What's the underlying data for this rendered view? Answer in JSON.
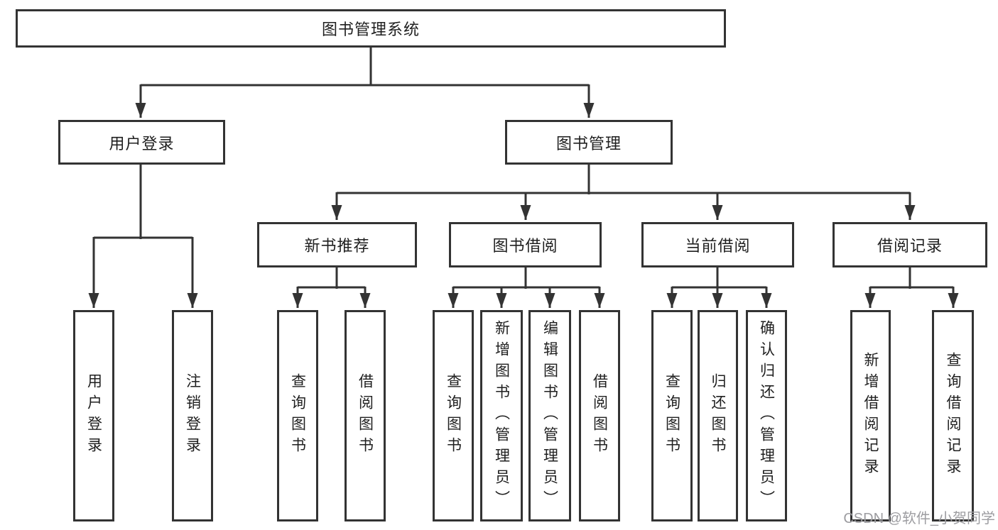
{
  "diagram": {
    "watermark": "CSDN @软件_小贺同学",
    "colors": {
      "line": "#333333",
      "box_border": "#333333",
      "box_fill": "#ffffff",
      "text": "#1f1f1f",
      "watermark": "#9d9da1",
      "background": "#ffffff"
    },
    "root": {
      "label": "图书管理系统"
    },
    "branches": [
      {
        "label": "用户登录",
        "children": [
          {
            "label": "用户登录"
          },
          {
            "label": "注销登录"
          }
        ]
      },
      {
        "label": "图书管理",
        "children": [
          {
            "label": "新书推荐",
            "children": [
              {
                "label": "查询图书"
              },
              {
                "label": "借阅图书"
              }
            ]
          },
          {
            "label": "图书借阅",
            "children": [
              {
                "label": "查询图书"
              },
              {
                "label": "新增图书（管理员）"
              },
              {
                "label": "编辑图书（管理员）"
              },
              {
                "label": "借阅图书"
              }
            ]
          },
          {
            "label": "当前借阅",
            "children": [
              {
                "label": "查询图书"
              },
              {
                "label": "归还图书"
              },
              {
                "label": "确认归还（管理员）"
              }
            ]
          },
          {
            "label": "借阅记录",
            "children": [
              {
                "label": "新增借阅记录"
              },
              {
                "label": "查询借阅记录"
              }
            ]
          }
        ]
      }
    ]
  }
}
